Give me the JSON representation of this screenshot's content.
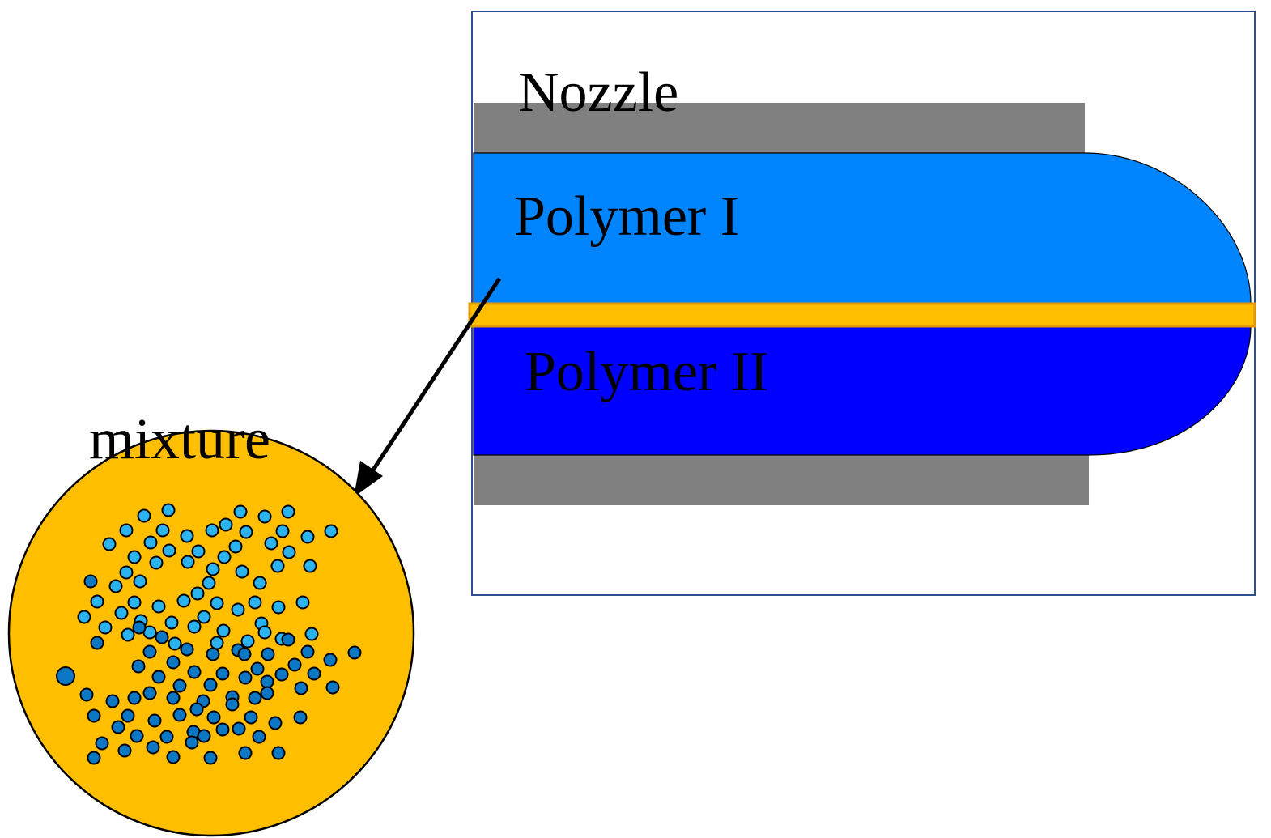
{
  "labels": {
    "nozzle": "Nozzle",
    "polymer_1": "Polymer I",
    "polymer_2": "Polymer II",
    "mixture": "mixture"
  },
  "colors": {
    "nozzle_gray": "#808080",
    "polymer_1_blue": "#0085FF",
    "polymer_2_blue": "#0000FF",
    "interface_orange": "#FFBF00",
    "interface_edge": "#E39A00",
    "mixture_fill": "#FFBF00",
    "particle_light": "#2BB3F0",
    "particle_dark": "#0C78C4",
    "frame_border": "#2F4F8F",
    "outline": "#000000"
  }
}
